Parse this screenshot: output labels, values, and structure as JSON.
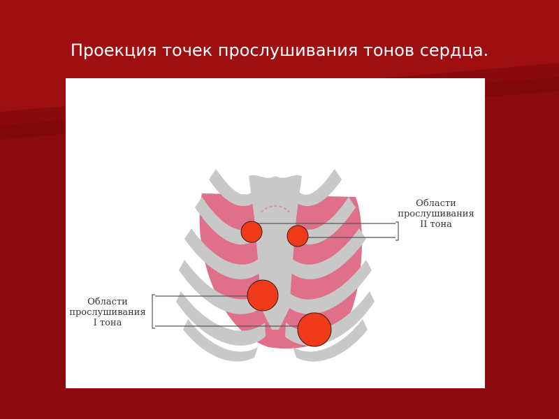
{
  "slide": {
    "title": "Проекция точек прослушивания тонов сердца."
  },
  "diagram": {
    "label_second_tone": {
      "line1": "Области",
      "line2": "прослушивания",
      "line3": "II тона"
    },
    "label_first_tone": {
      "line1": "Области",
      "line2": "прослушивания",
      "line3": "I тона"
    },
    "colors": {
      "background": "#8a0a0d",
      "ribs": "#c8c8c8",
      "heart": "#e0708a",
      "points": "#f03a1a"
    }
  }
}
